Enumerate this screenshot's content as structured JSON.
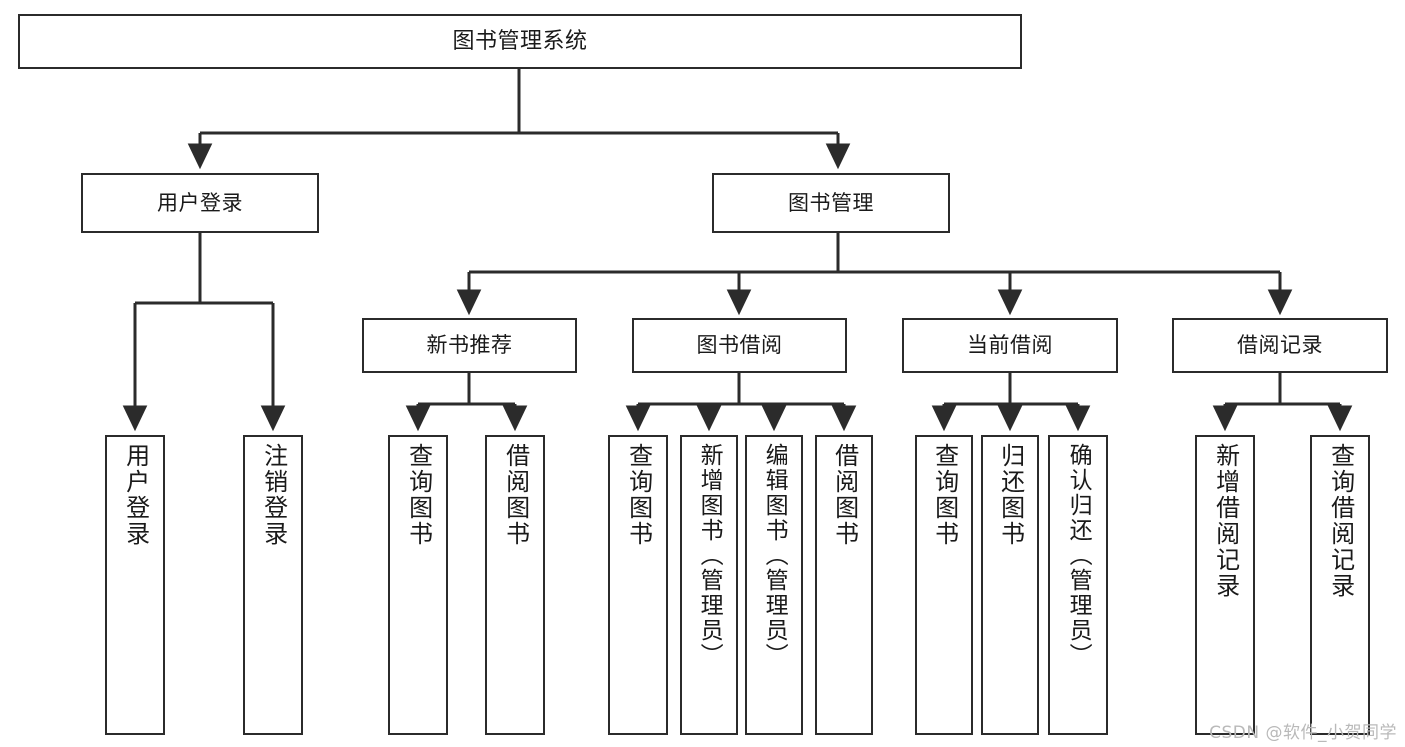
{
  "diagram": {
    "title": "图书管理系统",
    "type": "功能结构图",
    "colors": {
      "stroke": "#2b2b2b",
      "fill": "#ffffff",
      "text": "#1a1a1a",
      "watermark": "#b9b9b9",
      "background": "#ffffff"
    },
    "watermark": "CSDN @软件_小贺同学",
    "levels": [
      {
        "level": 1,
        "nodes": [
          {
            "id": "root",
            "label": "图书管理系统",
            "orientation": "horizontal"
          }
        ]
      },
      {
        "level": 2,
        "nodes": [
          {
            "id": "login",
            "label": "用户登录",
            "orientation": "horizontal",
            "parent": "root"
          },
          {
            "id": "bookmgmt",
            "label": "图书管理",
            "orientation": "horizontal",
            "parent": "root"
          }
        ]
      },
      {
        "level": 3,
        "nodes": [
          {
            "id": "newbook",
            "label": "新书推荐",
            "orientation": "horizontal",
            "parent": "bookmgmt"
          },
          {
            "id": "borrow",
            "label": "图书借阅",
            "orientation": "horizontal",
            "parent": "bookmgmt"
          },
          {
            "id": "current",
            "label": "当前借阅",
            "orientation": "horizontal",
            "parent": "bookmgmt"
          },
          {
            "id": "records",
            "label": "借阅记录",
            "orientation": "horizontal",
            "parent": "bookmgmt"
          }
        ]
      },
      {
        "level": 4,
        "nodes": [
          {
            "id": "leaf-login-1",
            "label": "用户登录",
            "orientation": "vertical",
            "parent": "login"
          },
          {
            "id": "leaf-login-2",
            "label": "注销登录",
            "orientation": "vertical",
            "parent": "login"
          },
          {
            "id": "leaf-newbook-1",
            "label": "查询图书",
            "orientation": "vertical",
            "parent": "newbook"
          },
          {
            "id": "leaf-newbook-2",
            "label": "借阅图书",
            "orientation": "vertical",
            "parent": "newbook"
          },
          {
            "id": "leaf-borrow-1",
            "label": "查询图书",
            "orientation": "vertical",
            "parent": "borrow"
          },
          {
            "id": "leaf-borrow-2",
            "label": "新增图书（管理员）",
            "orientation": "vertical",
            "parent": "borrow"
          },
          {
            "id": "leaf-borrow-3",
            "label": "编辑图书（管理员）",
            "orientation": "vertical",
            "parent": "borrow"
          },
          {
            "id": "leaf-borrow-4",
            "label": "借阅图书",
            "orientation": "vertical",
            "parent": "borrow"
          },
          {
            "id": "leaf-current-1",
            "label": "查询图书",
            "orientation": "vertical",
            "parent": "current"
          },
          {
            "id": "leaf-current-2",
            "label": "归还图书",
            "orientation": "vertical",
            "parent": "current"
          },
          {
            "id": "leaf-current-3",
            "label": "确认归还（管理员）",
            "orientation": "vertical",
            "parent": "current"
          },
          {
            "id": "leaf-records-1",
            "label": "新增借阅记录",
            "orientation": "vertical",
            "parent": "records"
          },
          {
            "id": "leaf-records-2",
            "label": "查询借阅记录",
            "orientation": "vertical",
            "parent": "records"
          }
        ]
      }
    ]
  }
}
